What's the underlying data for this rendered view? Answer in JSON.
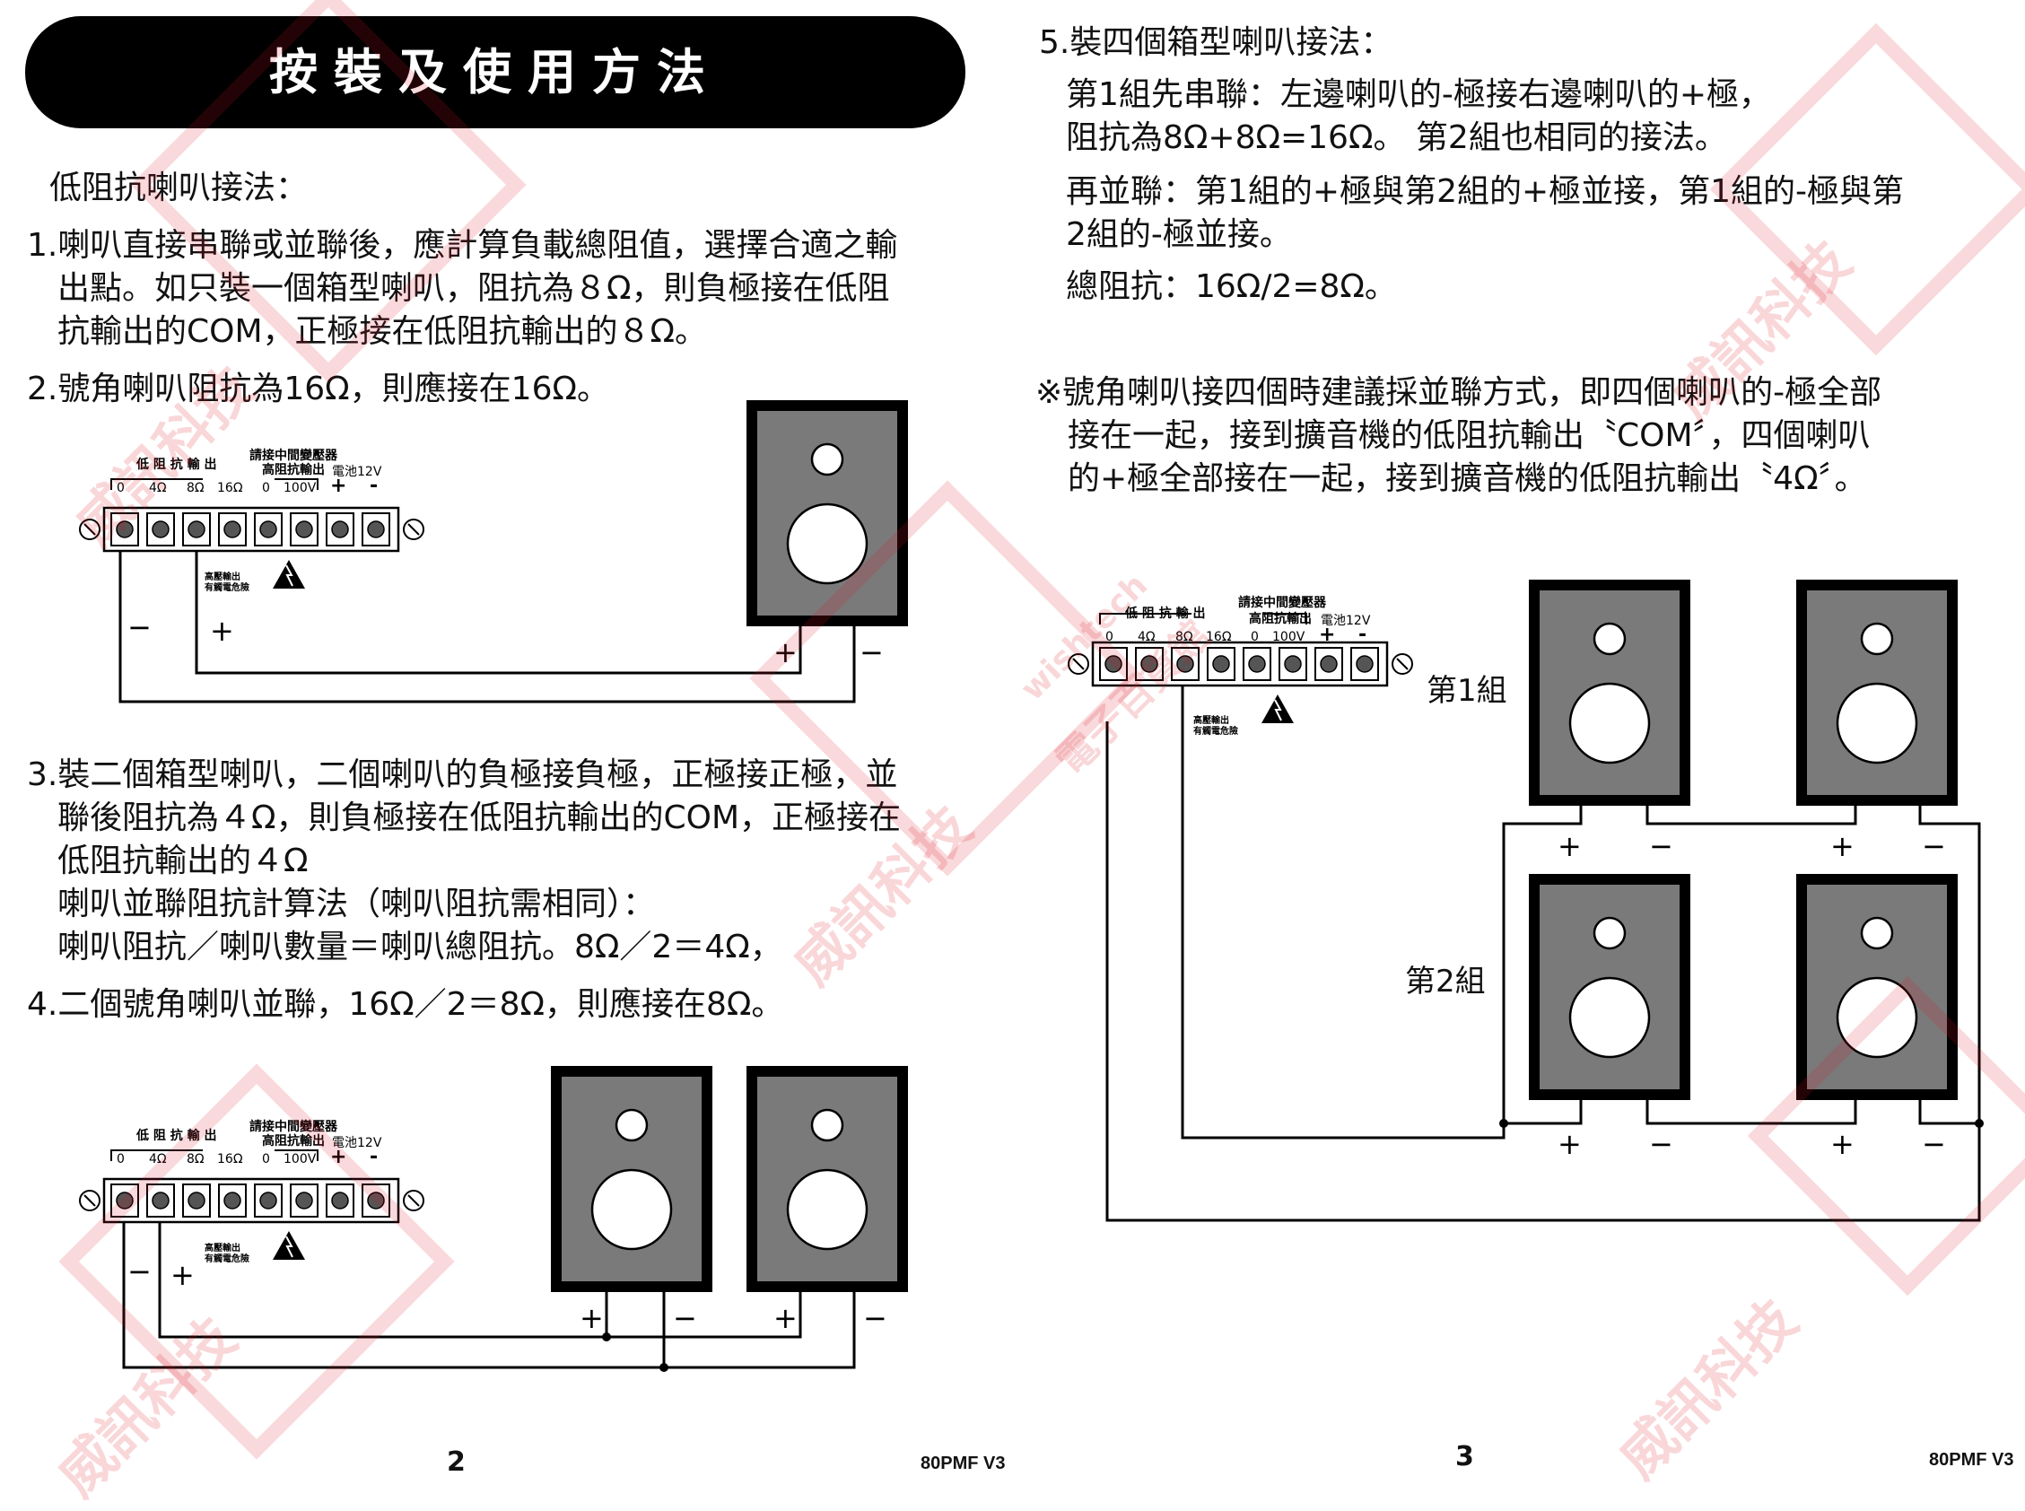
{
  "page_title": "按裝及使用方法",
  "left": {
    "section_heading": "低阻抗喇叭接法：",
    "item1": [
      "1.喇叭直接串聯或並聯後，應計算負載總阻值，選擇合適之輸",
      "出點。如只裝一個箱型喇叭，阻抗為８Ω，則負極接在低阻",
      "抗輸出的COM，正極接在低阻抗輸出的８Ω。"
    ],
    "item2": "2.號角喇叭阻抗為16Ω，則應接在16Ω。",
    "item3": [
      "3.裝二個箱型喇叭，二個喇叭的負極接負極，正極接正極，並",
      "聯後阻抗為４Ω，則負極接在低阻抗輸出的COM，正極接在",
      "低阻抗輸出的４Ω",
      "喇叭並聯阻抗計算法（喇叭阻抗需相同）：",
      "喇叭阻抗／喇叭數量＝喇叭總阻抗。8Ω／2＝4Ω，"
    ],
    "item4": "4.二個號角喇叭並聯，16Ω／2＝8Ω，則應接在8Ω。",
    "page_number": "2",
    "model": "80PMF V3"
  },
  "right": {
    "item5": [
      "5.裝四個箱型喇叭接法：",
      "第1組先串聯：左邊喇叭的-極接右邊喇叭的+極，",
      "阻抗為8Ω+8Ω=16Ω。 第2組也相同的接法。",
      "再並聯：第1組的+極與第2組的+極並接，第1組的-極與第",
      "2組的-極並接。",
      "總阻抗：16Ω/2=8Ω。"
    ],
    "note": [
      "※號角喇叭接四個時建議採並聯方式，即四個喇叭的-極全部",
      "接在一起，接到擴音機的低阻抗輸出〝COM〞，四個喇叭",
      "的+極全部接在一起，接到擴音機的低阻抗輸出〝4Ω〞。"
    ],
    "group1_label": "第1組",
    "group2_label": "第2組",
    "page_number": "3",
    "model": "80PMF V3"
  },
  "terminal": {
    "low_label": "低 阻 抗 輸 出",
    "taps": [
      "0",
      "4Ω",
      "8Ω",
      "16Ω"
    ],
    "transformer_label": "請接中間變壓器",
    "high_label": "高阻抗輸出",
    "high_taps": [
      "0",
      "100V"
    ],
    "battery_label": "電池12V",
    "battery_plus": "+",
    "battery_minus": "-",
    "hv_warning": [
      "高壓輸出",
      "有觸電危險"
    ]
  },
  "wire": {
    "plus": "+",
    "minus": "−"
  },
  "watermark": {
    "brand": "wishtech",
    "cn_name": "威訊科技",
    "cn_sub": "電子百貨館"
  },
  "colors": {
    "speaker_body": "#7a7a7a",
    "title_bg": "#000000",
    "watermark": "#dc141e"
  }
}
